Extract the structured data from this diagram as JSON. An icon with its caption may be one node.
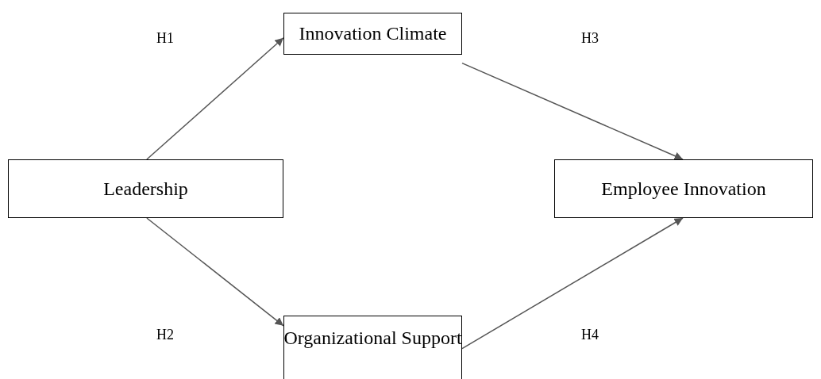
{
  "diagram": {
    "nodes": [
      {
        "text": [
          "Innovation Climate"
        ]
      },
      {
        "text": [
          "Leadership"
        ]
      },
      {
        "text": [
          "Employee Innovation"
        ]
      },
      {
        "text": [
          "Organizational Support"
        ]
      }
    ],
    "edges": [
      {
        "from": 1,
        "to": 0,
        "arrow": "to"
      },
      {
        "from": 1,
        "to": 3,
        "arrow": "to"
      },
      {
        "from": 0,
        "to": 2,
        "arrow": "to"
      },
      {
        "from": 3,
        "to": 2,
        "arrow": "to"
      }
    ],
    "labels": [
      "H1",
      "H3",
      "H2",
      "H4"
    ]
  }
}
